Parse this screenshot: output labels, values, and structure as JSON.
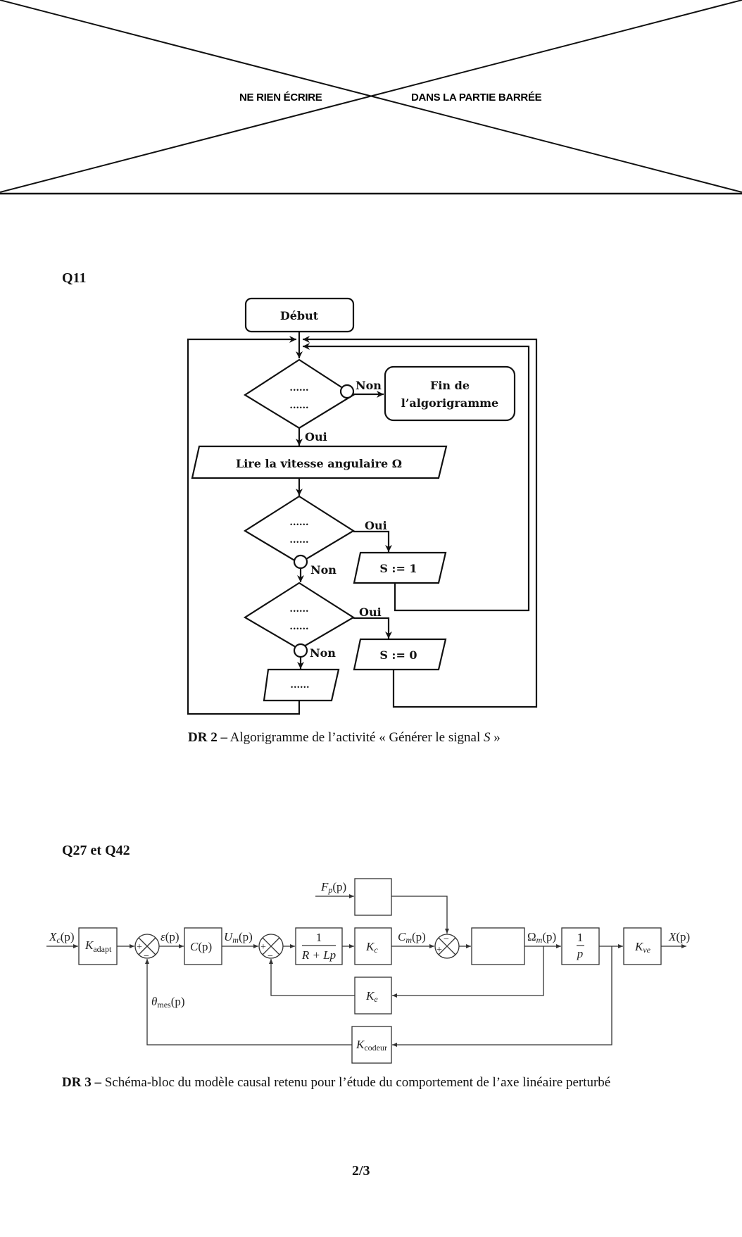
{
  "header": {
    "banner_left": "NE RIEN ÉCRIRE",
    "banner_right": "DANS LA PARTIE BARRÉE"
  },
  "section1": {
    "question_label": "Q11",
    "flowchart": {
      "start": "Début",
      "end_line1": "Fin de",
      "end_line2": "l’algorigramme",
      "read": "Lire la vitesse angulaire  Ω",
      "placeholder": "......",
      "set1": "S := 1",
      "set0": "S := 0",
      "yes": "Oui",
      "no": "Non"
    },
    "caption_prefix": "DR 2 –",
    "caption_text": " Algorigramme de l’activité « Générer le signal ",
    "caption_var": "S",
    "caption_end": " »"
  },
  "section2": {
    "question_label": "Q27 et Q42",
    "block_diagram": {
      "input_label": "X",
      "input_sub": "c",
      "p": "(p)",
      "k": "K",
      "kadapt_sub": "adapt",
      "eps": "ε",
      "c_block": "C",
      "um": "U",
      "um_sub": "m",
      "fp": "F",
      "fp_sub": "p",
      "tf_num": "1",
      "tf_den": "R + Lp",
      "kc_sub": "c",
      "cm": "C",
      "cm_sub": "m",
      "omega": "Ω",
      "omega_sub": "m",
      "int_num": "1",
      "int_den": "p",
      "kve_sub": "ve",
      "output_label": "X",
      "ke_sub": "e",
      "theta": "θ",
      "theta_sub": "mes",
      "kcodeur_sub": "codeur",
      "plus": "+",
      "minus": "−"
    },
    "caption_prefix": "DR 3 –",
    "caption_text": " Schéma-bloc du modèle causal retenu pour l’étude du comportement de l’axe linéaire perturbé"
  },
  "footer": {
    "page_number": "2/3"
  }
}
